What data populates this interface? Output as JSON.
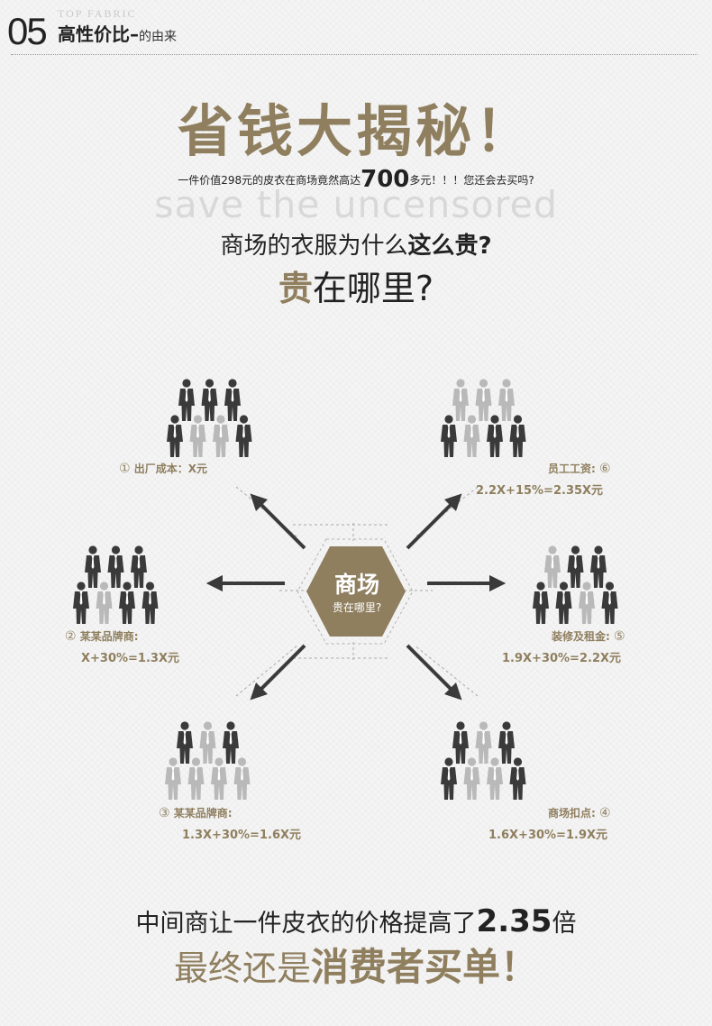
{
  "colors": {
    "gold": "#8f7f5f",
    "dark": "#222222",
    "person_dark": "#3a3a3a",
    "person_light": "#b9b9b9"
  },
  "header": {
    "number": "05",
    "tag": "TOP FABRIC",
    "title": "高性价比",
    "dash": "–",
    "subtitle": "的由来"
  },
  "hero": {
    "title": "省钱大揭秘！",
    "desc_before": "一件价值298元的皮衣在商场竟然高达",
    "desc_big": "700",
    "desc_after": "多元！！！您还会去买吗?",
    "watermark": "save the uncensored",
    "question_normal": "商场的衣服为什么",
    "question_bold": "这么贵?",
    "question2_gold": "贵",
    "question2_rest": "在哪里?"
  },
  "center": {
    "title": "商场",
    "subtitle": "贵在哪里?"
  },
  "costs": [
    {
      "num": "①",
      "label": "出厂成本：X元",
      "formula": ""
    },
    {
      "num": "②",
      "label": "某某品牌商:",
      "formula": "X+30%=1.3X元"
    },
    {
      "num": "③",
      "label": "某某品牌商:",
      "formula": "1.3X+30%=1.6X元"
    },
    {
      "num": "④",
      "label": "商场扣点:",
      "formula": "1.6X+30%=1.9X元"
    },
    {
      "num": "⑤",
      "label": "装修及租金:",
      "formula": "1.9X+30%=2.2X元"
    },
    {
      "num": "⑥",
      "label": "员工工资:",
      "formula": "2.2X+15%=2.35X元"
    }
  ],
  "icons": {
    "person": "person-icon",
    "arrow": "arrow-icon"
  },
  "footer": {
    "line1_before": "中间商让一件皮衣的价格提高了",
    "line1_big": "2.35",
    "line1_after": "倍",
    "line2_normal": "最终还是",
    "line2_bold": "消费者买单！"
  }
}
